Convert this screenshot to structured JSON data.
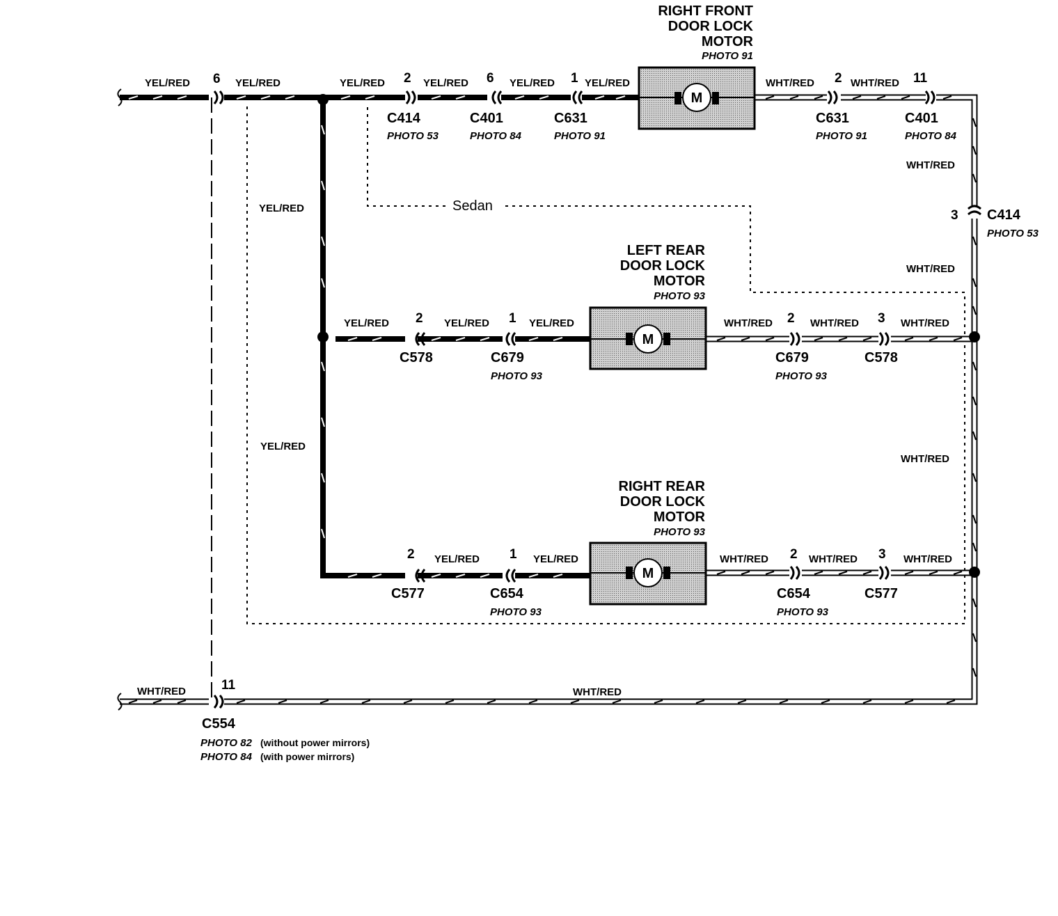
{
  "wire_colors": {
    "yel_red": "YEL/RED",
    "wht_red": "WHT/RED"
  },
  "motor_letter": "M",
  "motors": {
    "right_front": {
      "line1": "RIGHT FRONT",
      "line2": "DOOR LOCK",
      "line3": "MOTOR",
      "photo": "PHOTO 91"
    },
    "left_rear": {
      "line1": "LEFT REAR",
      "line2": "DOOR LOCK",
      "line3": "MOTOR",
      "photo": "PHOTO 93"
    },
    "right_rear": {
      "line1": "RIGHT REAR",
      "line2": "DOOR LOCK",
      "line3": "MOTOR",
      "photo": "PHOTO 93"
    }
  },
  "connectors": {
    "c554": {
      "name": "C554",
      "pin_yel": "6",
      "pin_wht": "11",
      "photo_line1": "PHOTO 82",
      "photo_line1_note": "(without power mirrors)",
      "photo_line2": "PHOTO 84",
      "photo_line2_note": "(with power mirrors)"
    },
    "c414_top": {
      "name": "C414",
      "pin": "2",
      "photo": "PHOTO 53"
    },
    "c401_top": {
      "name": "C401",
      "pin": "6",
      "photo": "PHOTO 84"
    },
    "c631_left": {
      "name": "C631",
      "pin": "1",
      "photo": "PHOTO 91"
    },
    "c631_right": {
      "name": "C631",
      "pin": "2",
      "photo": "PHOTO 91"
    },
    "c401_right": {
      "name": "C401",
      "pin": "11",
      "photo": "PHOTO 84"
    },
    "c414_right": {
      "name": "C414",
      "pin": "3",
      "photo": "PHOTO 53"
    },
    "c578_left": {
      "name": "C578",
      "pin": "2"
    },
    "c679_left": {
      "name": "C679",
      "pin": "1",
      "photo": "PHOTO 93"
    },
    "c679_right": {
      "name": "C679",
      "pin": "2",
      "photo": "PHOTO 93"
    },
    "c578_right": {
      "name": "C578",
      "pin": "3"
    },
    "c577_left": {
      "name": "C577",
      "pin": "2"
    },
    "c654_left": {
      "name": "C654",
      "pin": "1",
      "photo": "PHOTO 93"
    },
    "c654_right": {
      "name": "C654",
      "pin": "2",
      "photo": "PHOTO 93"
    },
    "c577_right": {
      "name": "C577",
      "pin": "3"
    }
  },
  "sedan_label": "Sedan"
}
